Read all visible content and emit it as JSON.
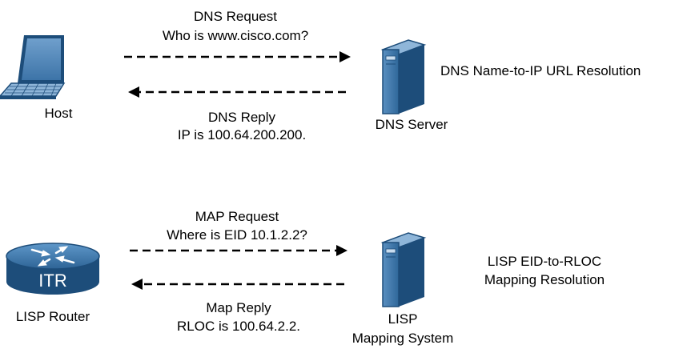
{
  "top": {
    "host_label": "Host",
    "server_label": "DNS Server",
    "request_line1": "DNS Request",
    "request_line2": "Who is www.cisco.com?",
    "reply_line1": "DNS Reply",
    "reply_line2": "IP is 100.64.200.200.",
    "resolution_label": "DNS Name-to-IP URL Resolution"
  },
  "bottom": {
    "router_text": "ITR",
    "router_label": "LISP Router",
    "server_label_line1": "LISP",
    "server_label_line2": "Mapping System",
    "request_line1": "MAP Request",
    "request_line2": "Where is EID 10.1.2.2?",
    "reply_line1": "Map Reply",
    "reply_line2": "RLOC is 100.64.2.2.",
    "resolution_line1": "LISP EID-to-RLOC",
    "resolution_line2": "Mapping Resolution"
  },
  "colors": {
    "blue_dark": "#1d4d7a",
    "blue_mid": "#3f79ad",
    "blue_light": "#8fb6d9",
    "arrow": "#000000"
  }
}
